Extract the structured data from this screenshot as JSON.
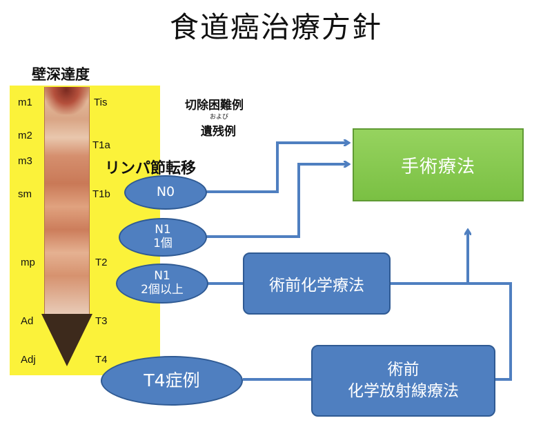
{
  "title": "食道癌治療方針",
  "depth_header": "壁深達度",
  "depth_layers": [
    "m1",
    "m2",
    "m3",
    "sm",
    "mp",
    "Ad",
    "Adj"
  ],
  "t_stages": [
    "Tis",
    "T1a",
    "T1b",
    "T2",
    "T3",
    "T4"
  ],
  "difficult_line1": "切除困難例",
  "difficult_oyobi": "および",
  "difficult_line2": "遺残例",
  "lymph_header": "リンパ節転移",
  "nodes": {
    "n0": "N0",
    "n1_one_a": "N1",
    "n1_one_b": "1個",
    "n1_two_a": "N1",
    "n1_two_b": "2個以上",
    "t4": "T4症例"
  },
  "treatments": {
    "surgery": "手術療法",
    "preop_chemo": "術前化学療法",
    "preop_crt_line1": "術前",
    "preop_crt_line2": "化学放射線療法"
  },
  "colors": {
    "node_fill": "#4f7fc0",
    "surgery_fill": "#7ac043",
    "depth_panel": "#fbf23a",
    "arrow_dark": "#3d2a1c",
    "connector": "#4f7fc0"
  }
}
